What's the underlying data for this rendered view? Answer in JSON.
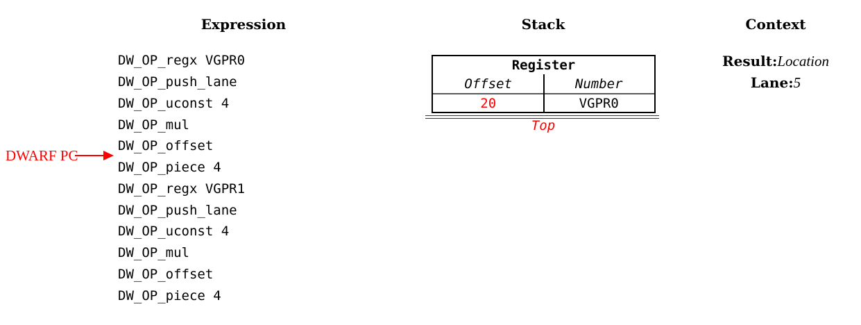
{
  "headers": {
    "expression": "Expression",
    "stack": "Stack",
    "context": "Context"
  },
  "expression": {
    "lines": [
      "DW_OP_regx VGPR0",
      "DW_OP_push_lane",
      "DW_OP_uconst 4",
      "DW_OP_mul",
      "DW_OP_offset",
      "DW_OP_piece 4",
      "DW_OP_regx VGPR1",
      "DW_OP_push_lane",
      "DW_OP_uconst 4",
      "DW_OP_mul",
      "DW_OP_offset",
      "DW_OP_piece 4"
    ],
    "pc_label": "DWARF PC"
  },
  "stack": {
    "table": {
      "title": "Register",
      "columns": [
        "Offset",
        "Number"
      ],
      "rows": [
        {
          "offset": "20",
          "number": "VGPR0"
        }
      ]
    },
    "top_label": "Top"
  },
  "context": {
    "result_label": "Result:",
    "result_value": "Location",
    "lane_label": "Lane:",
    "lane_value": "5"
  },
  "colors": {
    "accent_red": "#ff0000",
    "table_border": "#000000",
    "divider_gray": "#595959"
  }
}
